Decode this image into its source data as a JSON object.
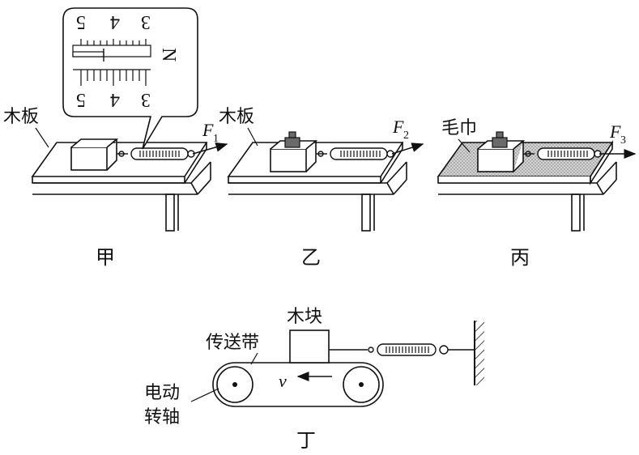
{
  "panels": {
    "jia": {
      "caption": "甲",
      "surface_label": "木板",
      "force_letter": "F",
      "force_sub": "1",
      "zoom_scale": {
        "top_numbers": [
          "5",
          "4",
          "3"
        ],
        "bottom_numbers": [
          "5",
          "4",
          "3"
        ],
        "unit": "N"
      }
    },
    "yi": {
      "caption": "乙",
      "surface_label": "木板",
      "force_letter": "F",
      "force_sub": "2"
    },
    "bing": {
      "caption": "丙",
      "surface_label": "毛巾",
      "force_letter": "F",
      "force_sub": "3"
    },
    "ding": {
      "caption": "丁",
      "block_label": "木块",
      "belt_label": "传送带",
      "motor_label_line1": "电动",
      "motor_label_line2": "转轴",
      "velocity_label": "v"
    }
  },
  "colors": {
    "line": "#111111",
    "towel_fill": "#bdbdbd",
    "weight_fill": "#6a6a6a"
  }
}
